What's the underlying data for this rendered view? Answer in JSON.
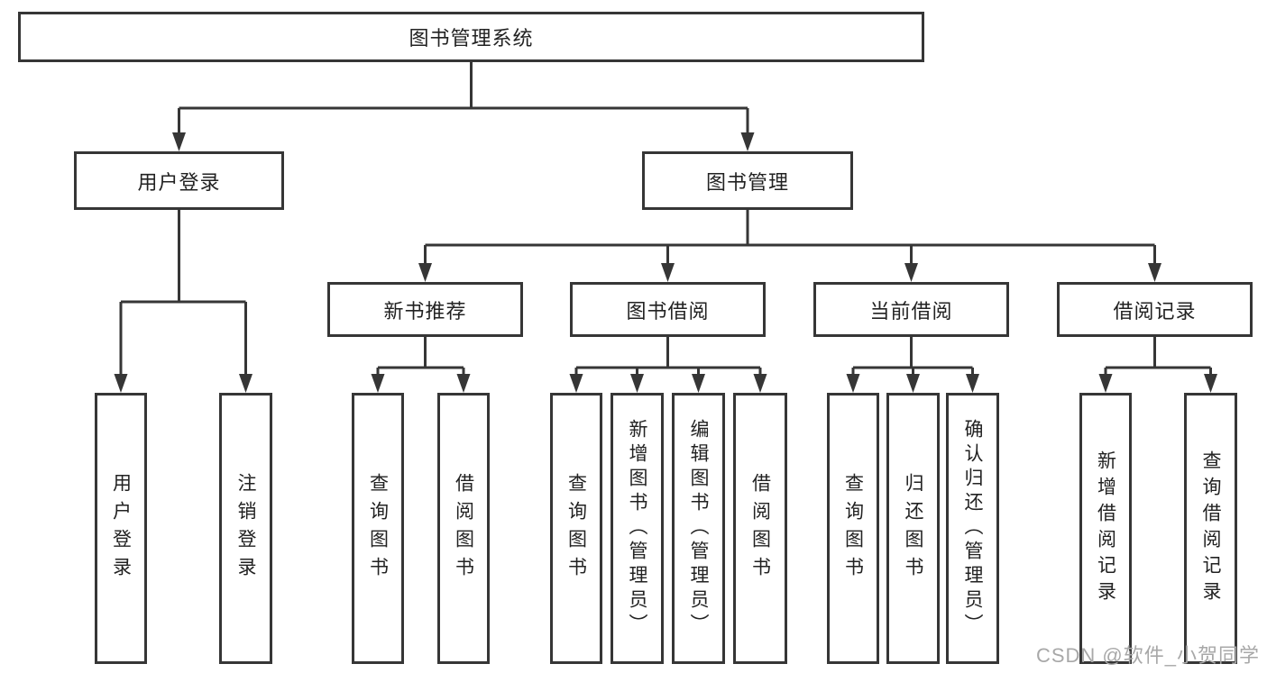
{
  "diagram": {
    "root": {
      "label": "图书管理系统"
    },
    "level2": {
      "user_login": {
        "label": "用户登录"
      },
      "book_management": {
        "label": "图书管理"
      }
    },
    "level3": {
      "new_book_recommend": {
        "label": "新书推荐"
      },
      "book_borrowing": {
        "label": "图书借阅"
      },
      "current_borrowing": {
        "label": "当前借阅"
      },
      "borrowing_records": {
        "label": "借阅记录"
      }
    },
    "leaves": {
      "user_login_leaf": {
        "label": "用户登录"
      },
      "logout": {
        "label": "注销登录"
      },
      "rec_query_books": {
        "label": "查询图书"
      },
      "rec_borrow_books": {
        "label": "借阅图书"
      },
      "bb_query_books": {
        "label": "查询图书"
      },
      "bb_add_books": {
        "label": "新增图书（管理员）"
      },
      "bb_edit_books": {
        "label": "编辑图书（管理员）"
      },
      "bb_borrow_books": {
        "label": "借阅图书"
      },
      "cb_query_books": {
        "label": "查询图书"
      },
      "cb_return_books": {
        "label": "归还图书"
      },
      "cb_confirm_return": {
        "label": "确认归还（管理员）"
      },
      "br_add_record": {
        "label": "新增借阅记录"
      },
      "br_query_record": {
        "label": "查询借阅记录"
      }
    }
  },
  "watermark": {
    "text": "CSDN @软件_小贺同学"
  },
  "colors": {
    "line": "#363636",
    "text": "#222222",
    "watermark_text": "#a8a8a8",
    "background": "#ffffff"
  }
}
